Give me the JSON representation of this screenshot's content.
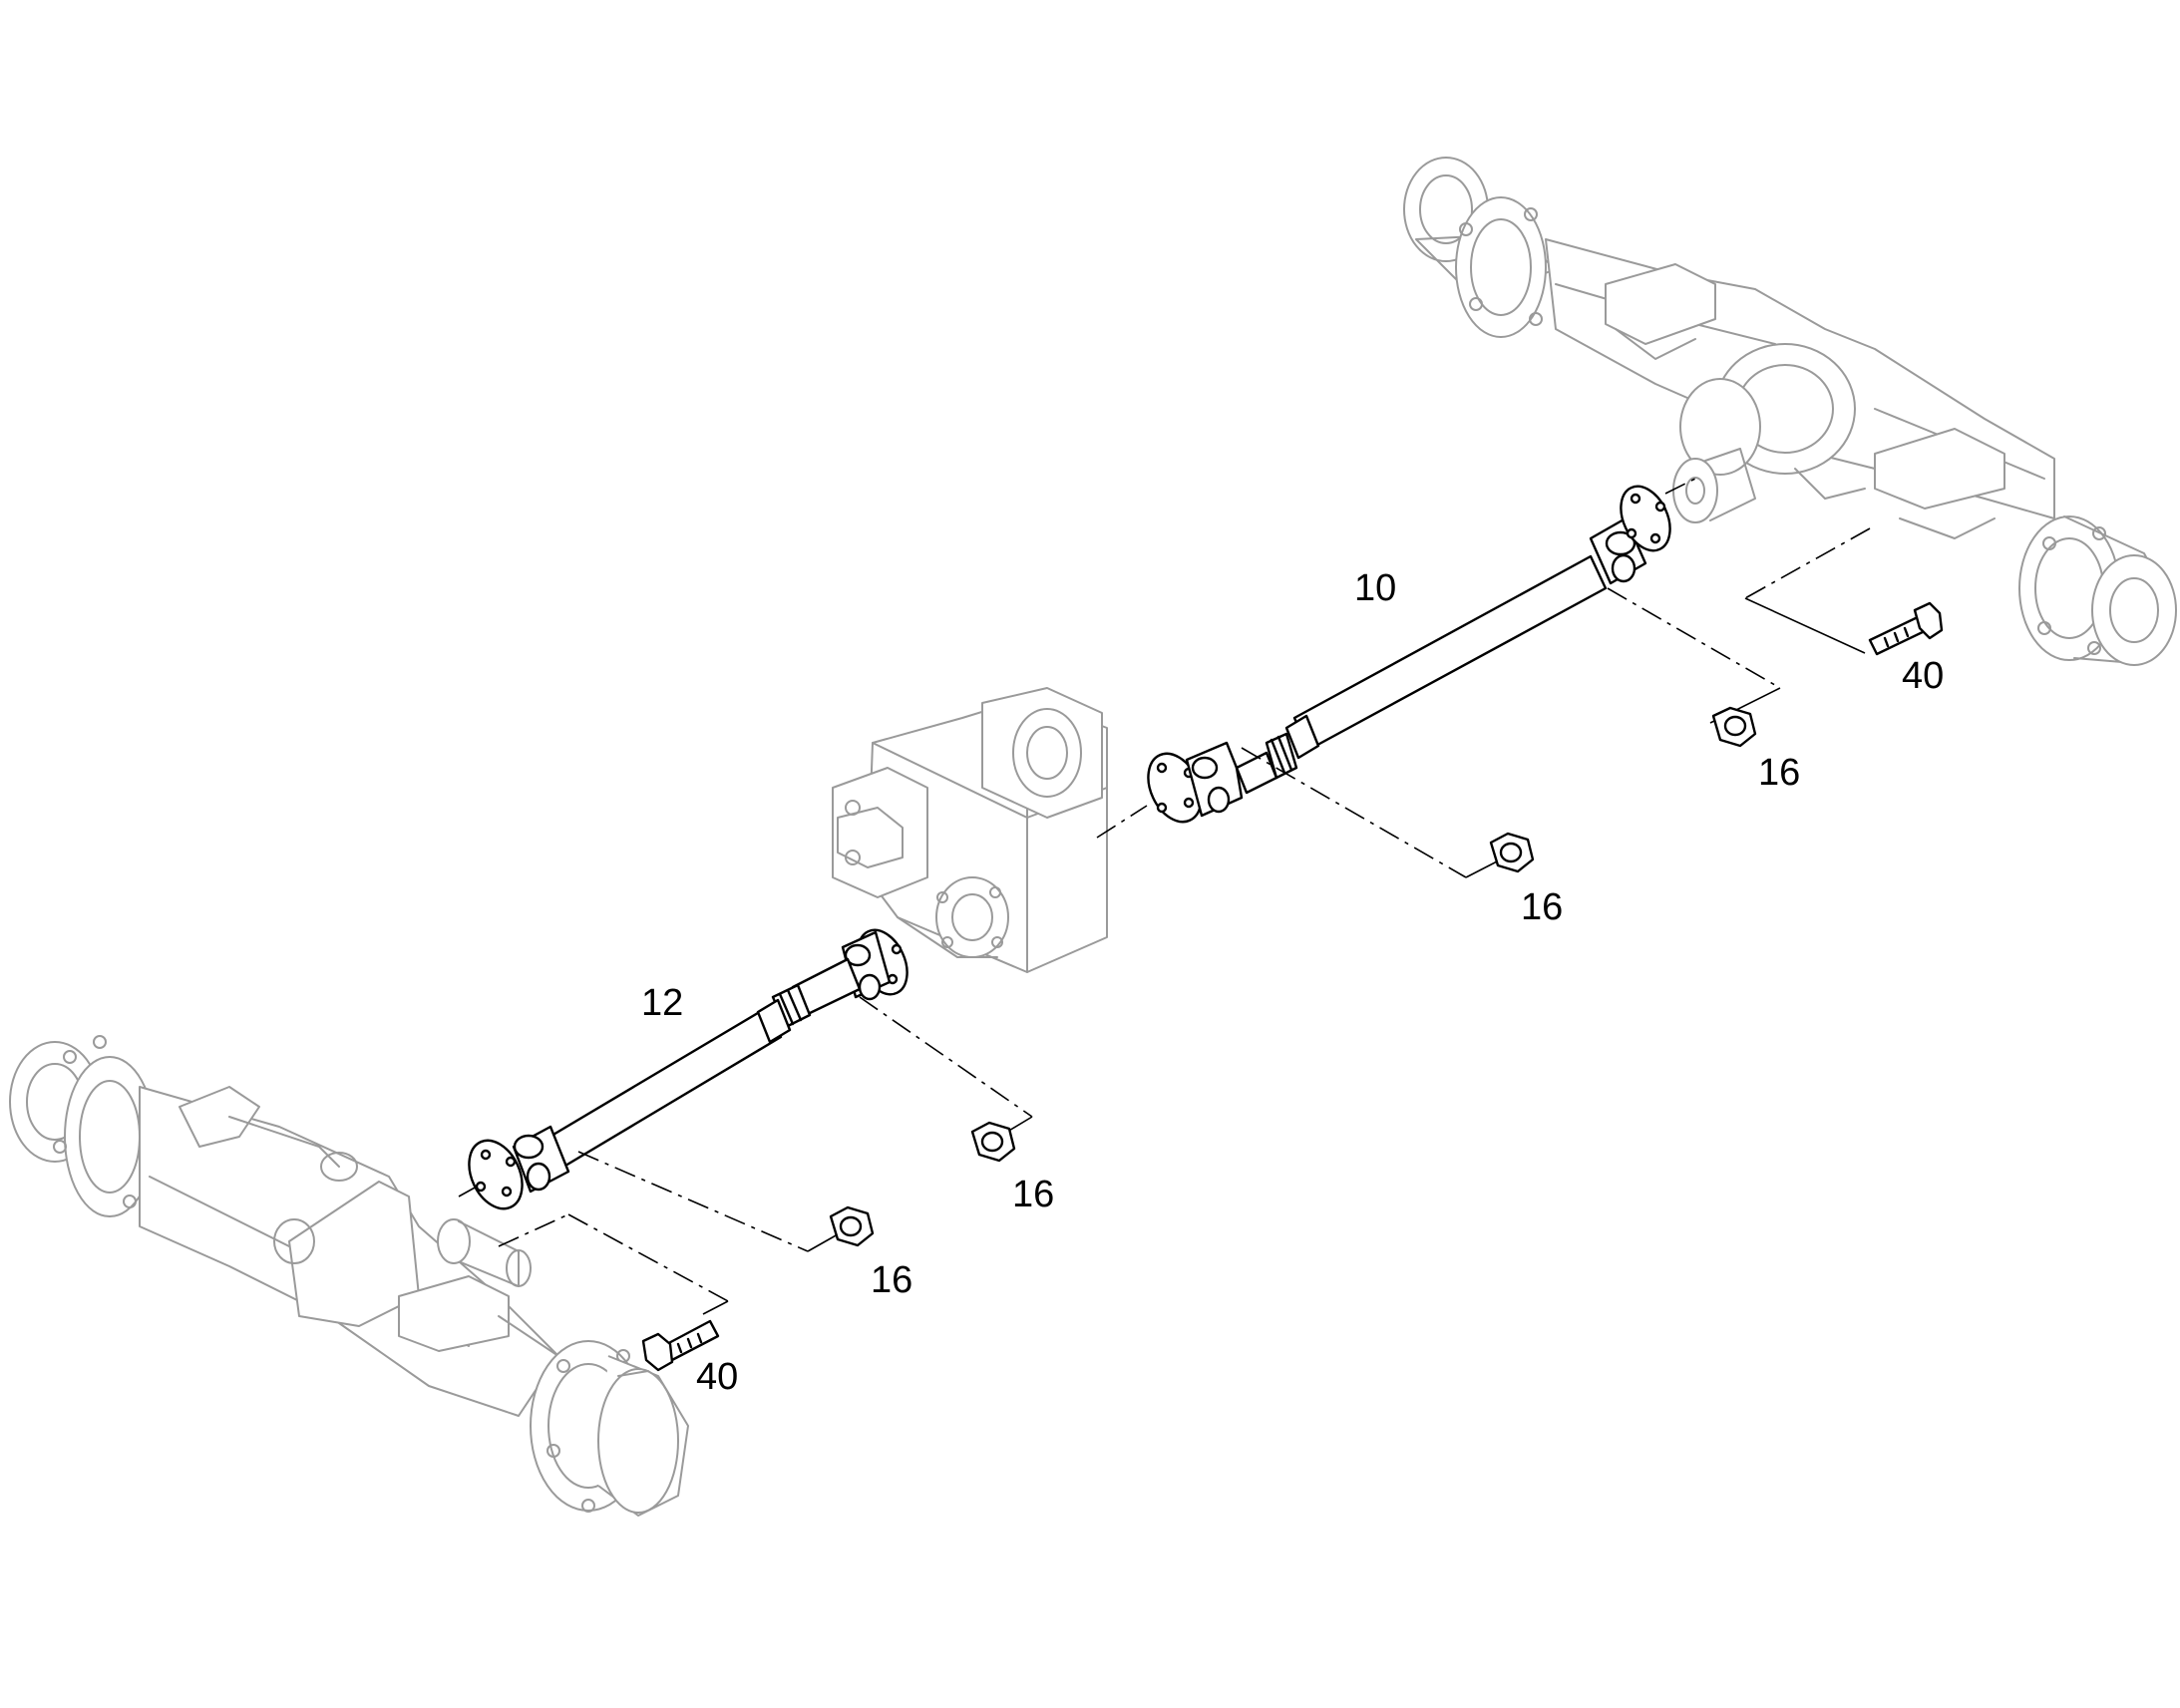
{
  "callouts": {
    "shaft_rear": "10",
    "shaft_front": "12",
    "nut_rear_axle": "16",
    "nut_rear_gearbox": "16",
    "nut_front_gearbox": "16",
    "nut_front_axle": "16",
    "bolt_rear": "40",
    "bolt_front": "40"
  },
  "colors": {
    "background": "#ffffff",
    "parts": "#000000",
    "context_assemblies": "#9a9a9a"
  }
}
